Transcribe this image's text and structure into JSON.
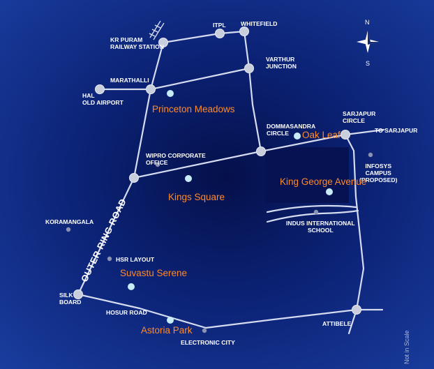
{
  "map": {
    "compass": {
      "north": "N",
      "south": "S"
    },
    "ring_road": "OUTER RING ROAD",
    "scale_note": "Not in Scale",
    "places": {
      "kr_puram": "KR PURAM\nRAILWAY STATION",
      "itpl": "ITPL",
      "whitefield": "WHITEFIELD",
      "varthur": "VARTHUR\nJUNCTION",
      "marathalli": "MARATHALLI",
      "hal": "HAL\nOLD AIRPORT",
      "dommasandra": "DOMMASANDRA\nCIRCLE",
      "sarjapur_circle": "SARJAPUR\nCIRCLE",
      "to_sarjapur": "TO SARJAPUR",
      "wipro": "WIPRO CORPORATE\nOFFICE",
      "infosys": "INFOSYS\nCAMPUS\n(PROPOSED)",
      "koramangala": "KORAMANGALA",
      "indus": "INDUS INTERNATIONAL\nSCHOOL",
      "hsr": "HSR LAYOUT",
      "silk_board": "SILK\nBOARD",
      "hosur_road": "HOSUR ROAD",
      "electronic_city": "ELECTRONIC CITY",
      "attibele": "ATTIBELE"
    },
    "projects": {
      "princeton": "Princeton Meadows",
      "oak_leaf": "Oak Leaf",
      "kings_square": "Kings Square",
      "king_george": "King George Avenue",
      "suvastu": "Suvastu Serene",
      "astoria": "Astoria Park"
    },
    "colors": {
      "background": "#0b2275",
      "road": "#d6dcf0",
      "project_text": "#ff8a2a",
      "label_text": "#ffffff"
    }
  }
}
